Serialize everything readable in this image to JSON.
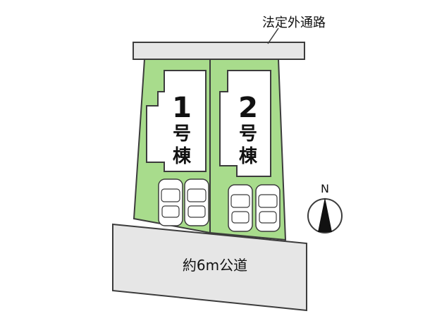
{
  "labels": {
    "private_road": "法定外通路",
    "public_road": "約6m公道",
    "north": "N"
  },
  "lots": [
    {
      "number": "1",
      "char1": "号",
      "char2": "棟"
    },
    {
      "number": "2",
      "char1": "号",
      "char2": "棟"
    }
  ],
  "colors": {
    "lot_fill": "#a8dc8c",
    "road_fill": "#e6e6e6",
    "outline": "#3c3c3c",
    "house_fill": "#ffffff"
  },
  "icons": {
    "car": "car-icon",
    "compass": "north-arrow-icon"
  }
}
